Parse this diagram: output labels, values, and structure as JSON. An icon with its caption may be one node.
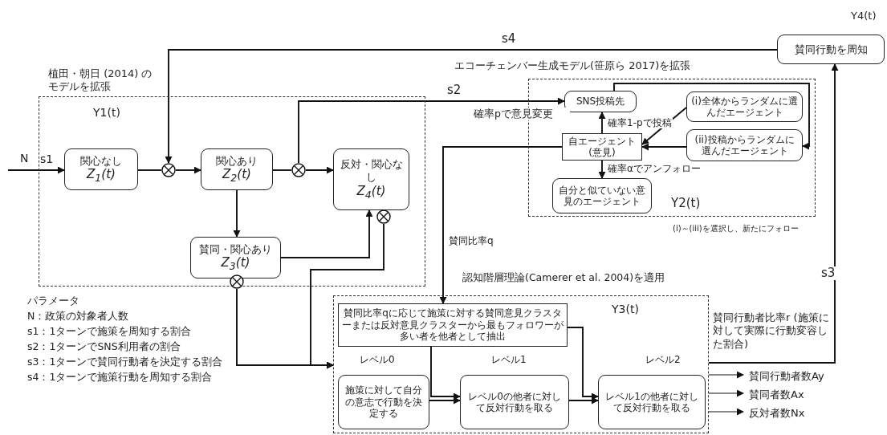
{
  "diagram": {
    "nodes": [
      {
        "text": [
          "植田・朝日 (2014) のモデルを拡張",
          "Y1(t)"
        ]
      },
      {
        "text": [
          "関心なし",
          "Z$_{1}$(t)"
        ],
        "in": 0
      },
      {
        "text": [],
        "shape": "circle",
        "in": 0
      },
      {
        "text": [
          "関心あり",
          "Z$_{2}$(t)"
        ],
        "in": 0
      },
      {
        "text": [],
        "shape": "circle",
        "in": 0
      },
      {
        "text": [
          "反対・関心なし",
          "Z$_{4}$(t)"
        ],
        "in": 0
      },
      {
        "text": [],
        "shape": "circle",
        "in": 0
      },
      {
        "text": [
          "賛同・関心あり",
          "Z$_{3}$(t)"
        ],
        "in": 0
      },
      {
        "text": [],
        "shape": "circle",
        "in": 0
      },
      {
        "text": [
          "エコーチェンバー生成モデル(笹原ら 2017)を拡張",
          "Y2(t)"
        ]
      },
      {
        "text": [
          "SNS投稿先"
        ],
        "in": 9
      },
      {
        "text": [
          "自エージェント (意見)"
        ],
        "in": 9
      },
      {
        "text": [
          "(i)全体からランダムに選んだエージェント"
        ],
        "in": 9
      },
      {
        "text": [
          "(ii)投稿からランダムに選んだエージェント"
        ],
        "in": 9
      },
      {
        "text": [
          "自分と似ていない意見のエージェント"
        ],
        "in": 9
      },
      {
        "text": [
          "賛同行動を周知"
        ],
        "beside": [
          "Y4(t)"
        ]
      },
      {
        "text": [
          "認知階層理論(Camerer et al. 2004)を適用",
          "Y3(t)"
        ]
      },
      {
        "text": [
          "賛同比率qに応じて施策に対する賛同意見クラスターまたは反対意見クラスターから最もフォロワーが多い者を他者として抽出"
        ],
        "in": 16
      },
      {
        "text": [
          "施策に対して自分の意志で行動を決定する"
        ],
        "beside": [
          "レベル0"
        ],
        "in": 16
      },
      {
        "text": [
          "レベル0の他者に対して反対行動を取る"
        ],
        "beside": [
          "レベル1"
        ],
        "in": 16
      },
      {
        "text": [
          "レベル1の他者に対して反対行動を取る"
        ],
        "beside": [
          "レベル2"
        ],
        "in": 16
      },
      {
        "text": [
          "賛同行動者数Ay"
        ]
      },
      {
        "text": [
          "賛同者数Ax"
        ]
      },
      {
        "text": [
          "反対者数Nx"
        ]
      }
    ],
    "edges": [
      {
        "from": null,
        "to": 1,
        "arrow": "to",
        "label": "N"
      },
      {
        "from": 1,
        "to": 2,
        "arrow": "none"
      },
      {
        "from": 2,
        "to": 3,
        "arrow": "to"
      },
      {
        "from": 15,
        "to": 2,
        "arrow": "to",
        "label": "s4"
      },
      {
        "from": 3,
        "to": 4,
        "arrow": "none"
      },
      {
        "from": 4,
        "to": 5,
        "arrow": "to"
      },
      {
        "from": 4,
        "to": 10,
        "arrow": "to",
        "label": "s2"
      },
      {
        "from": 3,
        "to": 7,
        "arrow": "to"
      },
      {
        "from": 7,
        "to": 5,
        "arrow": "to"
      },
      {
        "from": 6,
        "to": 16,
        "arrow": "to"
      },
      {
        "from": 8,
        "to": 16,
        "arrow": "to"
      },
      {
        "from": 11,
        "to": 17,
        "arrow": "to",
        "label": "賛同比率q"
      },
      {
        "from": 11,
        "to": 10,
        "arrow": "to",
        "label": "確率1-pで投稿"
      },
      {
        "from": 12,
        "to": 11,
        "arrow": "to"
      },
      {
        "from": 13,
        "to": 11,
        "arrow": "to"
      },
      {
        "from": 10,
        "to": 13,
        "arrow": "to"
      },
      {
        "from": 11,
        "to": 14,
        "arrow": "to",
        "label": "確率αでアンフォロー"
      },
      {
        "from": 17,
        "to": 19,
        "arrow": "to"
      },
      {
        "from": 17,
        "to": 20,
        "arrow": "to"
      },
      {
        "from": 18,
        "to": 19,
        "arrow": "to"
      },
      {
        "from": 19,
        "to": 20,
        "arrow": "to"
      },
      {
        "from": 16,
        "to": 15,
        "arrow": "to",
        "label": "s3"
      },
      {
        "from": 16,
        "to": 21,
        "arrow": "to"
      },
      {
        "from": 16,
        "to": 22,
        "arrow": "to"
      },
      {
        "from": 16,
        "to": 23,
        "arrow": "to"
      }
    ],
    "labels": [
      "s1",
      "確率pで意見変更",
      "(i)～(iii)を選択し、新たにフォロー",
      "賛同行動者比率r (施策に対して実際に行動変容した割合)",
      "パラメータ",
      "N：政策の対象者人数",
      "s1：1ターンで施策を周知する割合",
      "s2：1ターンでSNS利用者の割合",
      "s3：1ターンで賛同行動者を決定する割合",
      "s4：1ターンで施策行動を周知する割合"
    ]
  }
}
